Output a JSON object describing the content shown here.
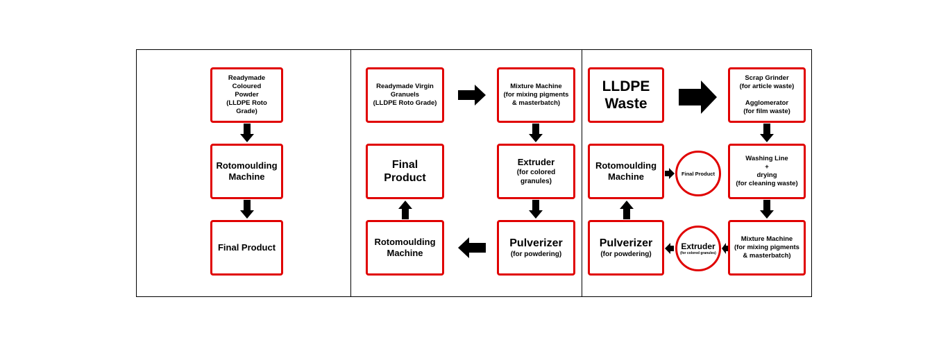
{
  "panel1": {
    "box1": "Readymade Coloured\nPowder\n(LLDPE Roto Grade)",
    "box2": "Rotomoulding\nMachine",
    "box3": "Final Product"
  },
  "panel2": {
    "box1": "Readymade Virgin\nGranuels\n(LLDPE Roto Grade)",
    "box2": "Mixture Machine\n(for mixing pigments\n& masterbatch)",
    "box3_title": "Extruder",
    "box3_sub": "(for colored granules)",
    "box4_title": "Pulverizer",
    "box4_sub": "(for powdering)",
    "box5": "Rotomoulding\nMachine",
    "box6": "Final Product"
  },
  "panel3": {
    "box1": "LLDPE\nWaste",
    "box2": "Scrap Grinder\n(for article waste)\n\nAgglomerator\n(for film waste)",
    "box3": "Washing Line\n+\ndrying\n(for cleaning waste)",
    "box4": "Mixture Machine\n(for mixing pigments\n& masterbatch)",
    "circle1_title": "Extruder",
    "circle1_sub": "(for colored granules)",
    "box5_title": "Pulverizer",
    "box5_sub": "(for powdering)",
    "box6": "Rotomoulding\nMachine",
    "circle2": "Final Product"
  },
  "colors": {
    "box_border": "#e00000",
    "arrow": "#000000",
    "frame": "#000000"
  }
}
